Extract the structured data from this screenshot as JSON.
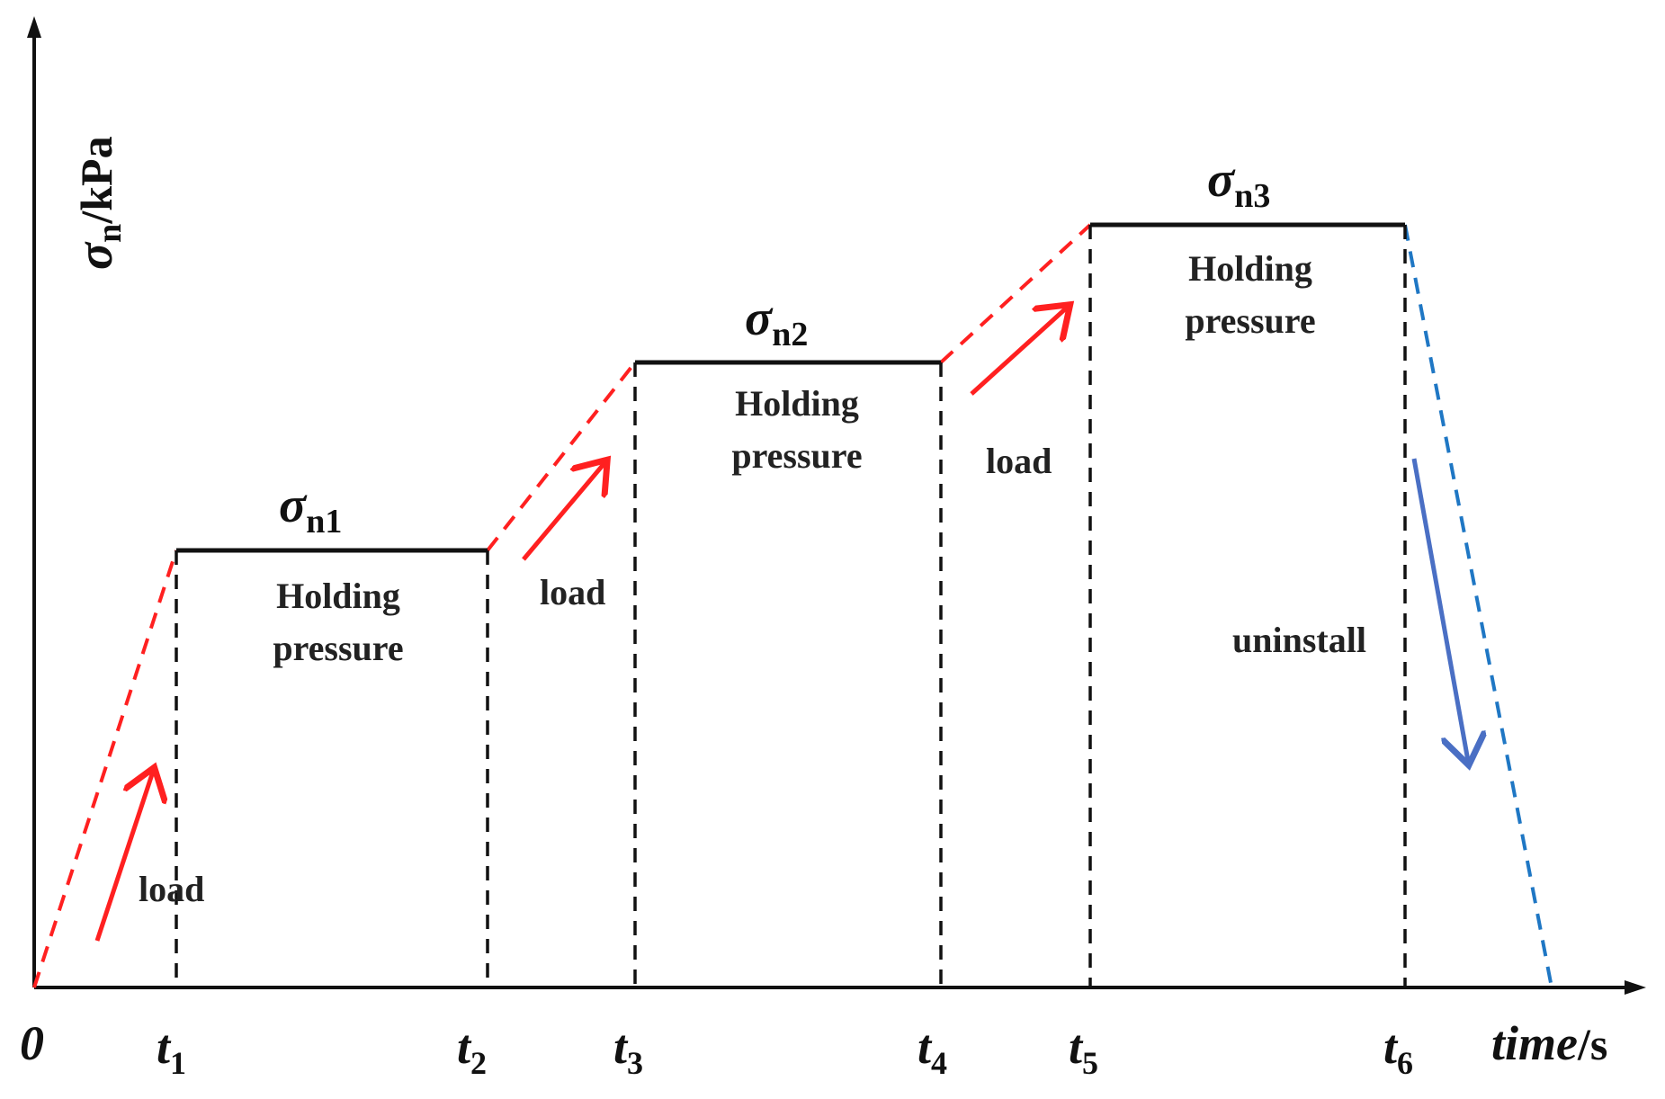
{
  "axes": {
    "x_title_italic": "time",
    "x_title_unit": "/s",
    "y_title_symbol": "σ",
    "y_title_sub": "n",
    "y_title_unit": "/kPa",
    "origin": "0",
    "ticks": [
      {
        "main": "t",
        "sub": "1"
      },
      {
        "main": "t",
        "sub": "2"
      },
      {
        "main": "t",
        "sub": "3"
      },
      {
        "main": "t",
        "sub": "4"
      },
      {
        "main": "t",
        "sub": "5"
      },
      {
        "main": "t",
        "sub": "6"
      }
    ]
  },
  "levels": [
    {
      "symbol": "σ",
      "sub": "n1"
    },
    {
      "symbol": "σ",
      "sub": "n2"
    },
    {
      "symbol": "σ",
      "sub": "n3"
    }
  ],
  "hold_labels": [
    {
      "line1": "Holding",
      "line2": "pressure"
    },
    {
      "line1": "Holding",
      "line2": "pressure"
    },
    {
      "line1": "Holding",
      "line2": "pressure"
    }
  ],
  "load_labels": [
    "load",
    "load",
    "load"
  ],
  "unload_label": "uninstall",
  "colors": {
    "axis": "#111111",
    "hold_line": "#111111",
    "load_ramp": "#ff2020",
    "unload_ramp": "#1f77c4",
    "unload_arrow": "#4a6fc4"
  }
}
